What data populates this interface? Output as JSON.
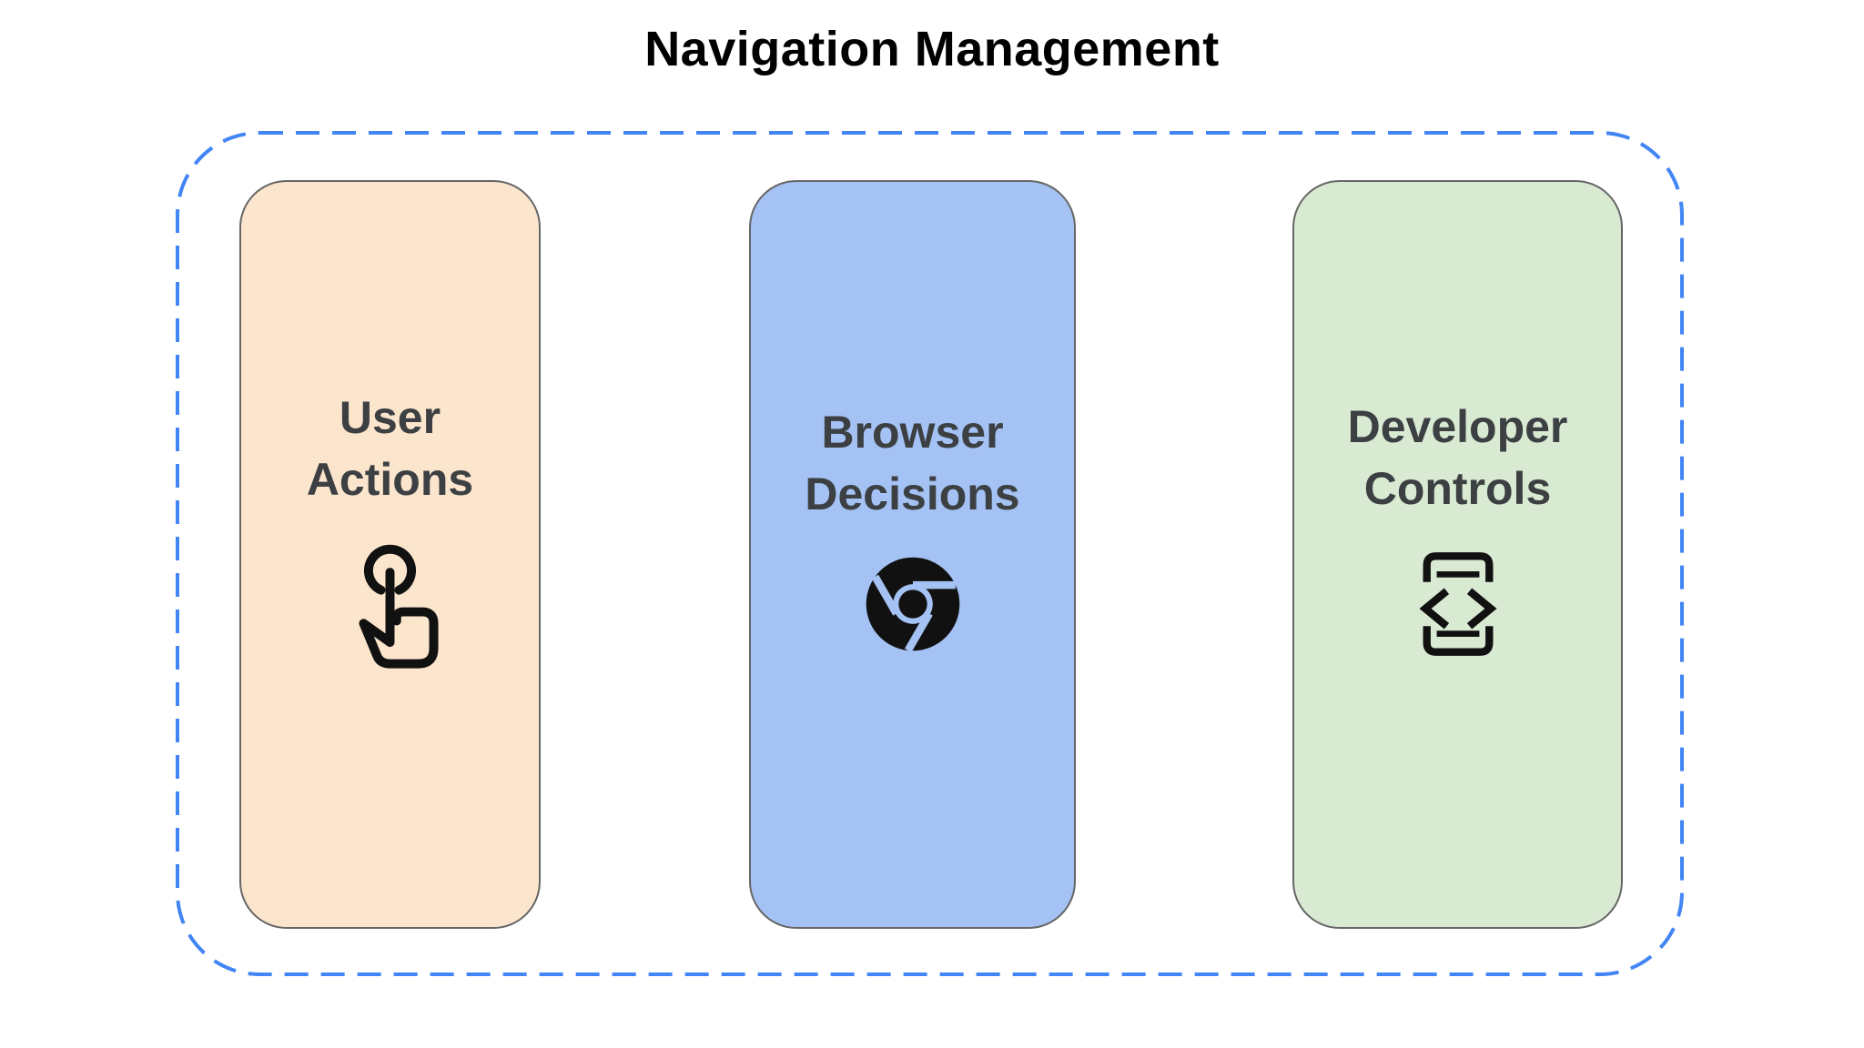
{
  "title": "Navigation Management",
  "colors": {
    "title_text": "#000000",
    "label_text": "#3C4043",
    "container_border": "#4285F4",
    "card_border": "#666666",
    "icon": "#111111",
    "background": "#FFFFFF"
  },
  "cards": [
    {
      "label": "User Actions",
      "lines": [
        "User",
        "Actions"
      ],
      "bg": "#FCE5CD",
      "icon": "touch-gesture-icon"
    },
    {
      "label": "Browser Decisions",
      "lines": [
        "Browser",
        "Decisions"
      ],
      "bg": "#A4C2F4",
      "icon": "chrome-browser-icon"
    },
    {
      "label": "Developer Controls",
      "lines": [
        "Developer",
        "Controls"
      ],
      "bg": "#D9EAD3",
      "icon": "developer-mode-icon"
    }
  ]
}
